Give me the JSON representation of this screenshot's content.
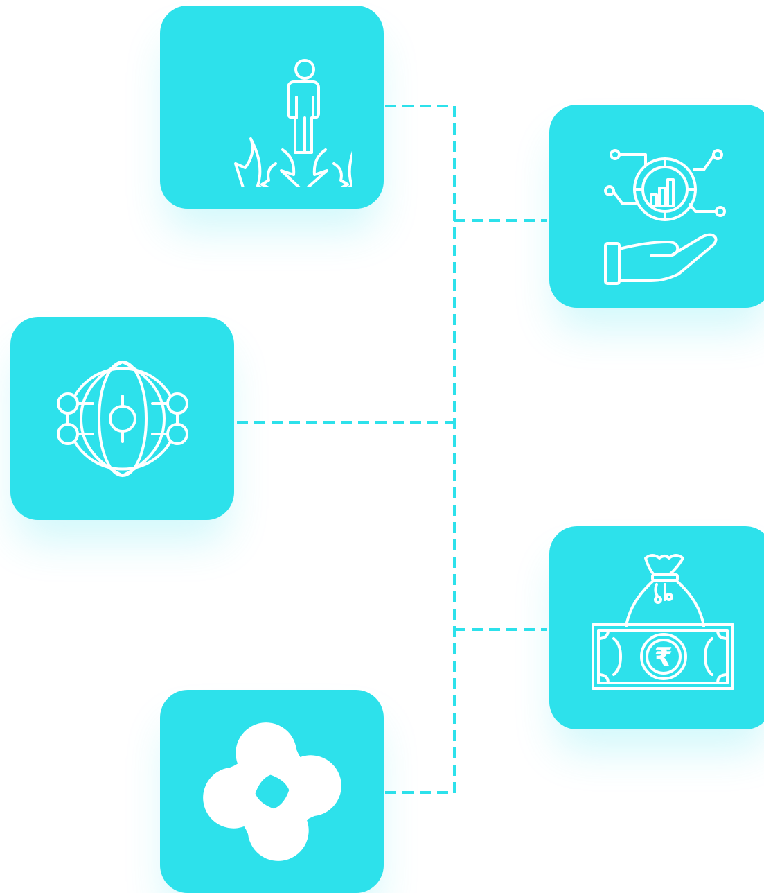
{
  "colors": {
    "tile": "#2de1eb",
    "connector": "#2de1eb",
    "icon_stroke": "#ffffff",
    "background": "#ffffff"
  },
  "tiles": [
    {
      "id": "growth",
      "icon": "person-growth-arrows-icon"
    },
    {
      "id": "analytics",
      "icon": "hand-analytics-chart-icon"
    },
    {
      "id": "global",
      "icon": "global-network-icon"
    },
    {
      "id": "finance",
      "icon": "money-bag-rupee-note-icon"
    },
    {
      "id": "logo",
      "icon": "four-petal-logo-icon"
    }
  ],
  "currency_symbol": "₹"
}
